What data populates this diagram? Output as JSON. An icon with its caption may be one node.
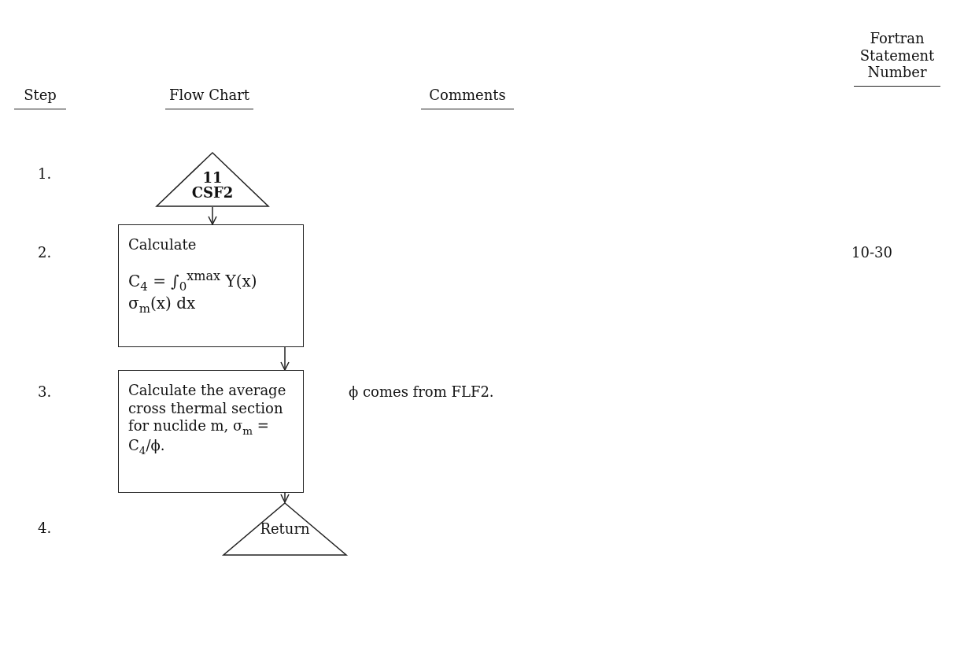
{
  "diagram": {
    "nodes": [
      {
        "text": [
          "11 CSF2"
        ]
      },
      {
        "text": [
          "Calculate",
          "C$_{4}$ = ∫$_{0}$$^{xmax}$ Y(x) σ$_{m}$(x) dx"
        ]
      },
      {
        "text": [
          "Calculate the average cross thermal section for nuclide m, σ$_{m}$ = C$_{4}$/ϕ."
        ]
      },
      {
        "text": [
          "Return"
        ]
      }
    ],
    "edges": [
      {
        "from": 0,
        "to": 1,
        "arrow": "to"
      },
      {
        "from": 1,
        "to": 2,
        "arrow": "to"
      },
      {
        "from": 2,
        "to": 3,
        "arrow": "to"
      }
    ],
    "labels": [
      "Step",
      "Flow Chart",
      "Comments",
      "Fortran Statement Number",
      "1.",
      "2.",
      "10-30",
      "3.",
      "ϕ comes from FLF2.",
      "4."
    ]
  }
}
